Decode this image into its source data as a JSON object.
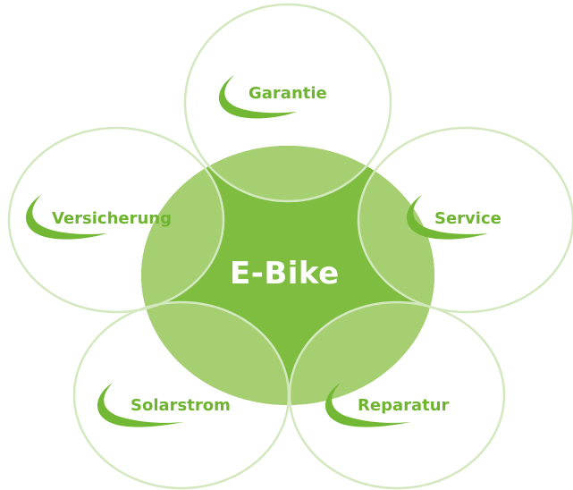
{
  "center": {
    "label": "E-Bike"
  },
  "outer": [
    {
      "id": "garantie",
      "label": "Garantie"
    },
    {
      "id": "versicherung",
      "label": "Versicherung"
    },
    {
      "id": "service",
      "label": "Service"
    },
    {
      "id": "solarstrom",
      "label": "Solarstrom"
    },
    {
      "id": "reparatur",
      "label": "Reparatur"
    }
  ],
  "icons": {
    "outer": "swoosh-icon"
  },
  "colors": {
    "center_fill": "#7fbd40",
    "overlap_fill": "#a6cf72",
    "outer_stroke": "#d3e8bf",
    "label_text": "#6fb431",
    "swoosh": "#72b834",
    "center_text": "#ffffff",
    "background": "#ffffff"
  }
}
